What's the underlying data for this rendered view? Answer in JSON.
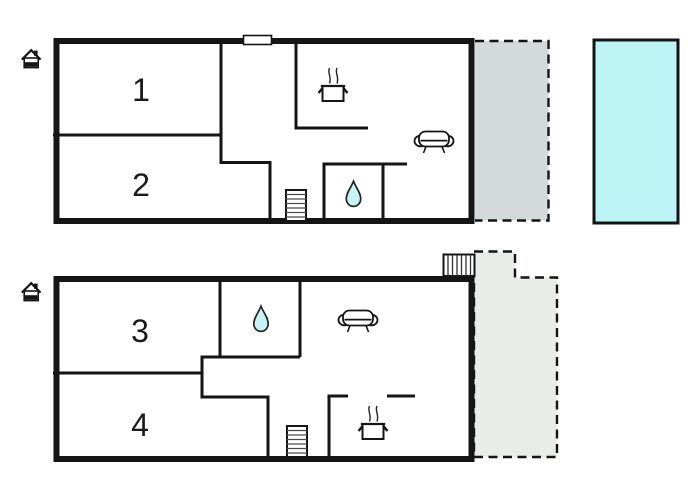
{
  "plan": {
    "upper_floor": {
      "room_labels": [
        "1",
        "2"
      ],
      "icons": [
        "house-entrance-icon",
        "window",
        "kitchen-pot-icon",
        "sofa-icon",
        "water-drop-icon",
        "stairs-icon"
      ],
      "areas": [
        "terrace",
        "pool"
      ]
    },
    "lower_floor": {
      "room_labels": [
        "3",
        "4"
      ],
      "icons": [
        "house-entrance-icon",
        "water-drop-icon",
        "sofa-icon",
        "kitchen-pot-icon",
        "stairs-icon",
        "exterior-stairs-icon"
      ],
      "areas": [
        "terrace"
      ]
    }
  },
  "colors": {
    "wall": "#151515",
    "terrace_upper": "#d4dadb",
    "terrace_lower": "#e8edea",
    "pool": "#bdf4f6",
    "water_drop": "#c7f3f4",
    "background": "#ffffff"
  }
}
